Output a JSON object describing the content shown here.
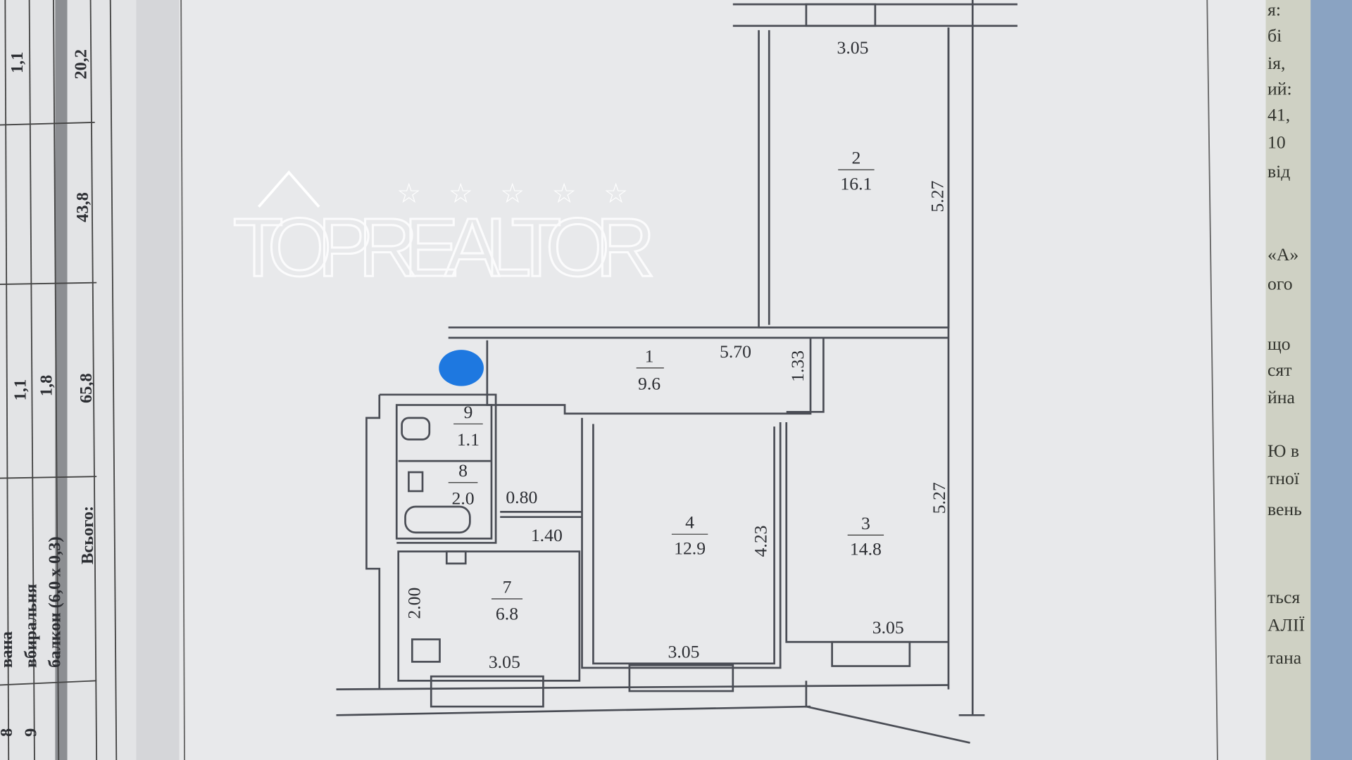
{
  "table": {
    "rows": [
      {
        "num": "8",
        "name": "вана"
      },
      {
        "num": "9",
        "name": "вбиральня",
        "area": "1,1"
      },
      {
        "name": "балкон (6,0 х 0,3)",
        "area": "1,8"
      }
    ],
    "top_value": "1,1",
    "total_label": "Всього:",
    "total": "65,8",
    "living": "43,8",
    "auxiliary": "20,2"
  },
  "rooms": [
    {
      "num": "1",
      "area": "9.6"
    },
    {
      "num": "2",
      "area": "16.1"
    },
    {
      "num": "3",
      "area": "14.8"
    },
    {
      "num": "4",
      "area": "12.9"
    },
    {
      "num": "7",
      "area": "6.8"
    },
    {
      "num": "8",
      "area": "2.0"
    },
    {
      "num": "9",
      "area": "1.1"
    }
  ],
  "dims": {
    "r2_width": "3.05",
    "r2_length": "5.27",
    "r1_length": "5.70",
    "r1_width": "1.33",
    "r3_length": "5.27",
    "r3_width": "3.05",
    "r4_length": "4.23",
    "r4_width": "3.05",
    "r7_width": "3.05",
    "r7_length": "2.00",
    "corr_a": "0.80",
    "corr_b": "1.40"
  },
  "watermark": "TOPREALTOR",
  "right_fragments": [
    "я:",
    "бі",
    "ія,",
    "ий:",
    "41,",
    "10",
    "від",
    "«А»",
    "ого",
    "що",
    "сят",
    "йна",
    "Ю в",
    "тної",
    "вень",
    "ться",
    "АЛІЇ",
    "тана"
  ],
  "colors": {
    "paper": "#e9eaec",
    "line": "#4a4d55",
    "marker": "#1e78e0",
    "ribbon": "#8aa3c2"
  }
}
